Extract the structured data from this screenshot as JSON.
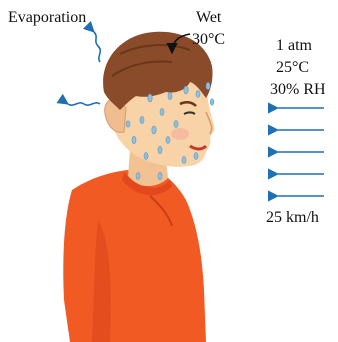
{
  "labels": {
    "evaporation": "Evaporation",
    "wet": "Wet",
    "skin_temp": "30°C",
    "pressure": "1 atm",
    "air_temp": "25°C",
    "humidity": "30% RH",
    "wind_speed": "25 km/h"
  },
  "colors": {
    "arrow": "#1f6fb4",
    "droplet": "#8fc0df",
    "skin": "#f7d3a7",
    "hair": "#8a4b2a",
    "shirt": "#f15a22"
  }
}
